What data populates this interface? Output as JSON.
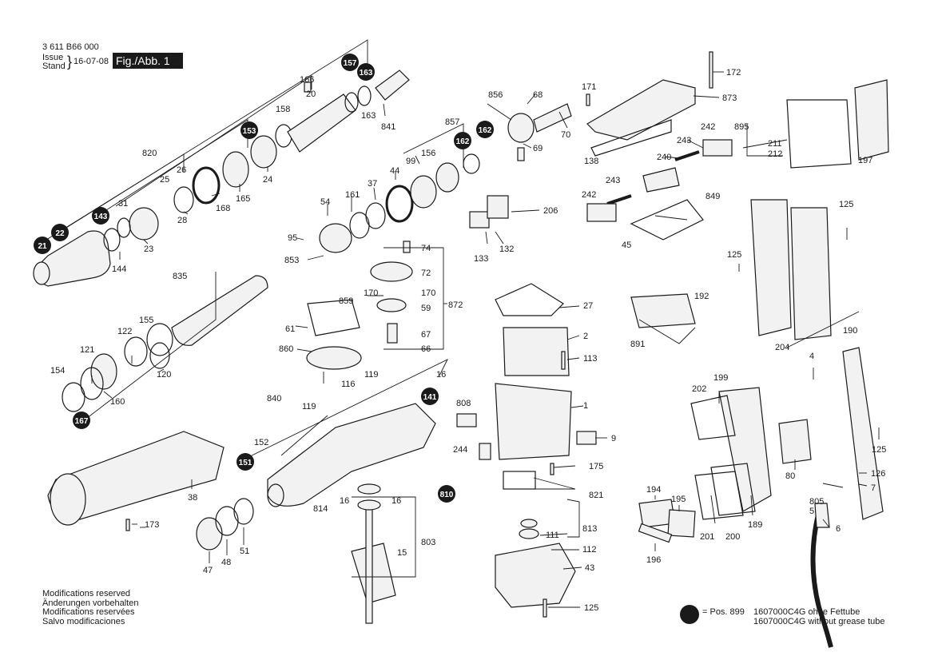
{
  "header": {
    "part_number": "3 611 B66 000",
    "issue_label_1": "Issue",
    "issue_label_2": "Stand",
    "date": "16-07-08",
    "figure": "Fig./Abb. 1"
  },
  "footer": {
    "lines": [
      "Modifications reserved",
      "Änderungen vorbehalten",
      "Modifications reservées",
      "Salvo modificaciones"
    ]
  },
  "legend": {
    "equals": "= Pos. 899",
    "line1": "1607000C4G ohne Fettube",
    "line2": "1607000C4G without grease tube"
  },
  "colors": {
    "ink": "#1a1a1a",
    "paper": "#ffffff",
    "part_fill": "#f2f2f2"
  },
  "callouts": [
    {
      "id": "p166",
      "label": "166"
    },
    {
      "id": "p20",
      "label": "20"
    },
    {
      "id": "p158",
      "label": "158"
    },
    {
      "id": "p163b",
      "label": "163"
    },
    {
      "id": "p841",
      "label": "841"
    },
    {
      "id": "p820",
      "label": "820"
    },
    {
      "id": "p25",
      "label": "25"
    },
    {
      "id": "p26",
      "label": "26"
    },
    {
      "id": "p24",
      "label": "24"
    },
    {
      "id": "p165",
      "label": "165"
    },
    {
      "id": "p168",
      "label": "168"
    },
    {
      "id": "p28",
      "label": "28"
    },
    {
      "id": "p31",
      "label": "31"
    },
    {
      "id": "p23",
      "label": "23"
    },
    {
      "id": "p144",
      "label": "144"
    },
    {
      "id": "p835",
      "label": "835"
    },
    {
      "id": "p155",
      "label": "155"
    },
    {
      "id": "p122",
      "label": "122"
    },
    {
      "id": "p121",
      "label": "121"
    },
    {
      "id": "p120",
      "label": "120"
    },
    {
      "id": "p154",
      "label": "154"
    },
    {
      "id": "p160",
      "label": "160"
    },
    {
      "id": "p38",
      "label": "38"
    },
    {
      "id": "p173",
      "label": "173"
    },
    {
      "id": "p47",
      "label": "47"
    },
    {
      "id": "p48",
      "label": "48"
    },
    {
      "id": "p51",
      "label": "51"
    },
    {
      "id": "p152",
      "label": "152"
    },
    {
      "id": "p840",
      "label": "840"
    },
    {
      "id": "p119a",
      "label": "119"
    },
    {
      "id": "p119b",
      "label": "119"
    },
    {
      "id": "p116",
      "label": "116"
    },
    {
      "id": "p16a",
      "label": "16"
    },
    {
      "id": "p814",
      "label": "814"
    },
    {
      "id": "p16b",
      "label": "16"
    },
    {
      "id": "p16c",
      "label": "16"
    },
    {
      "id": "p15",
      "label": "15"
    },
    {
      "id": "p803",
      "label": "803"
    },
    {
      "id": "p856",
      "label": "856"
    },
    {
      "id": "p68",
      "label": "68"
    },
    {
      "id": "p70",
      "label": "70"
    },
    {
      "id": "p69",
      "label": "69"
    },
    {
      "id": "p857",
      "label": "857"
    },
    {
      "id": "p156",
      "label": "156"
    },
    {
      "id": "p99",
      "label": "99"
    },
    {
      "id": "p44",
      "label": "44"
    },
    {
      "id": "p37",
      "label": "37"
    },
    {
      "id": "p161",
      "label": "161"
    },
    {
      "id": "p54",
      "label": "54"
    },
    {
      "id": "p95",
      "label": "95"
    },
    {
      "id": "p853",
      "label": "853"
    },
    {
      "id": "p74",
      "label": "74"
    },
    {
      "id": "p72",
      "label": "72"
    },
    {
      "id": "p170a",
      "label": "170"
    },
    {
      "id": "p170b",
      "label": "170"
    },
    {
      "id": "p859",
      "label": "859"
    },
    {
      "id": "p59",
      "label": "59"
    },
    {
      "id": "p872",
      "label": "872"
    },
    {
      "id": "p67",
      "label": "67"
    },
    {
      "id": "p66",
      "label": "66"
    },
    {
      "id": "p61",
      "label": "61"
    },
    {
      "id": "p860",
      "label": "860"
    },
    {
      "id": "p206",
      "label": "206"
    },
    {
      "id": "p133",
      "label": "133"
    },
    {
      "id": "p132",
      "label": "132"
    },
    {
      "id": "p27",
      "label": "27"
    },
    {
      "id": "p2",
      "label": "2"
    },
    {
      "id": "p113",
      "label": "113"
    },
    {
      "id": "p1",
      "label": "1"
    },
    {
      "id": "p808",
      "label": "808"
    },
    {
      "id": "p9",
      "label": "9"
    },
    {
      "id": "p244",
      "label": "244"
    },
    {
      "id": "p175",
      "label": "175"
    },
    {
      "id": "p821",
      "label": "821"
    },
    {
      "id": "p813",
      "label": "813"
    },
    {
      "id": "p111",
      "label": "111"
    },
    {
      "id": "p112",
      "label": "112"
    },
    {
      "id": "p43",
      "label": "43"
    },
    {
      "id": "p125a",
      "label": "125"
    },
    {
      "id": "p171",
      "label": "171"
    },
    {
      "id": "p172",
      "label": "172"
    },
    {
      "id": "p873",
      "label": "873"
    },
    {
      "id": "p138",
      "label": "138"
    },
    {
      "id": "p242a",
      "label": "242"
    },
    {
      "id": "p243a",
      "label": "243"
    },
    {
      "id": "p240",
      "label": "240"
    },
    {
      "id": "p243b",
      "label": "243"
    },
    {
      "id": "p242b",
      "label": "242"
    },
    {
      "id": "p849",
      "label": "849"
    },
    {
      "id": "p45",
      "label": "45"
    },
    {
      "id": "p192",
      "label": "192"
    },
    {
      "id": "p891",
      "label": "891"
    },
    {
      "id": "p895",
      "label": "895"
    },
    {
      "id": "p211",
      "label": "211"
    },
    {
      "id": "p212",
      "label": "212"
    },
    {
      "id": "p197",
      "label": "197"
    },
    {
      "id": "p125b",
      "label": "125"
    },
    {
      "id": "p125c",
      "label": "125"
    },
    {
      "id": "p204",
      "label": "204"
    },
    {
      "id": "p190",
      "label": "190"
    },
    {
      "id": "p4",
      "label": "4"
    },
    {
      "id": "p125d",
      "label": "125"
    },
    {
      "id": "p126",
      "label": "126"
    },
    {
      "id": "p7",
      "label": "7"
    },
    {
      "id": "p805",
      "label": "805"
    },
    {
      "id": "p5",
      "label": "5"
    },
    {
      "id": "p6",
      "label": "6"
    },
    {
      "id": "p80",
      "label": "80"
    },
    {
      "id": "p202",
      "label": "202"
    },
    {
      "id": "p199",
      "label": "199"
    },
    {
      "id": "p189",
      "label": "189"
    },
    {
      "id": "p194",
      "label": "194"
    },
    {
      "id": "p195",
      "label": "195"
    },
    {
      "id": "p196",
      "label": "196"
    },
    {
      "id": "p201",
      "label": "201"
    },
    {
      "id": "p200",
      "label": "200"
    },
    {
      "id": "p125e",
      "label": "125"
    }
  ],
  "badges": [
    {
      "id": "b157",
      "label": "157"
    },
    {
      "id": "b163",
      "label": "163"
    },
    {
      "id": "b153",
      "label": "153"
    },
    {
      "id": "b143",
      "label": "143"
    },
    {
      "id": "b22",
      "label": "22"
    },
    {
      "id": "b21",
      "label": "21"
    },
    {
      "id": "b167",
      "label": "167"
    },
    {
      "id": "b151",
      "label": "151"
    },
    {
      "id": "b141",
      "label": "141"
    },
    {
      "id": "b162a",
      "label": "162"
    },
    {
      "id": "b162b",
      "label": "162"
    },
    {
      "id": "b810",
      "label": "810"
    }
  ]
}
